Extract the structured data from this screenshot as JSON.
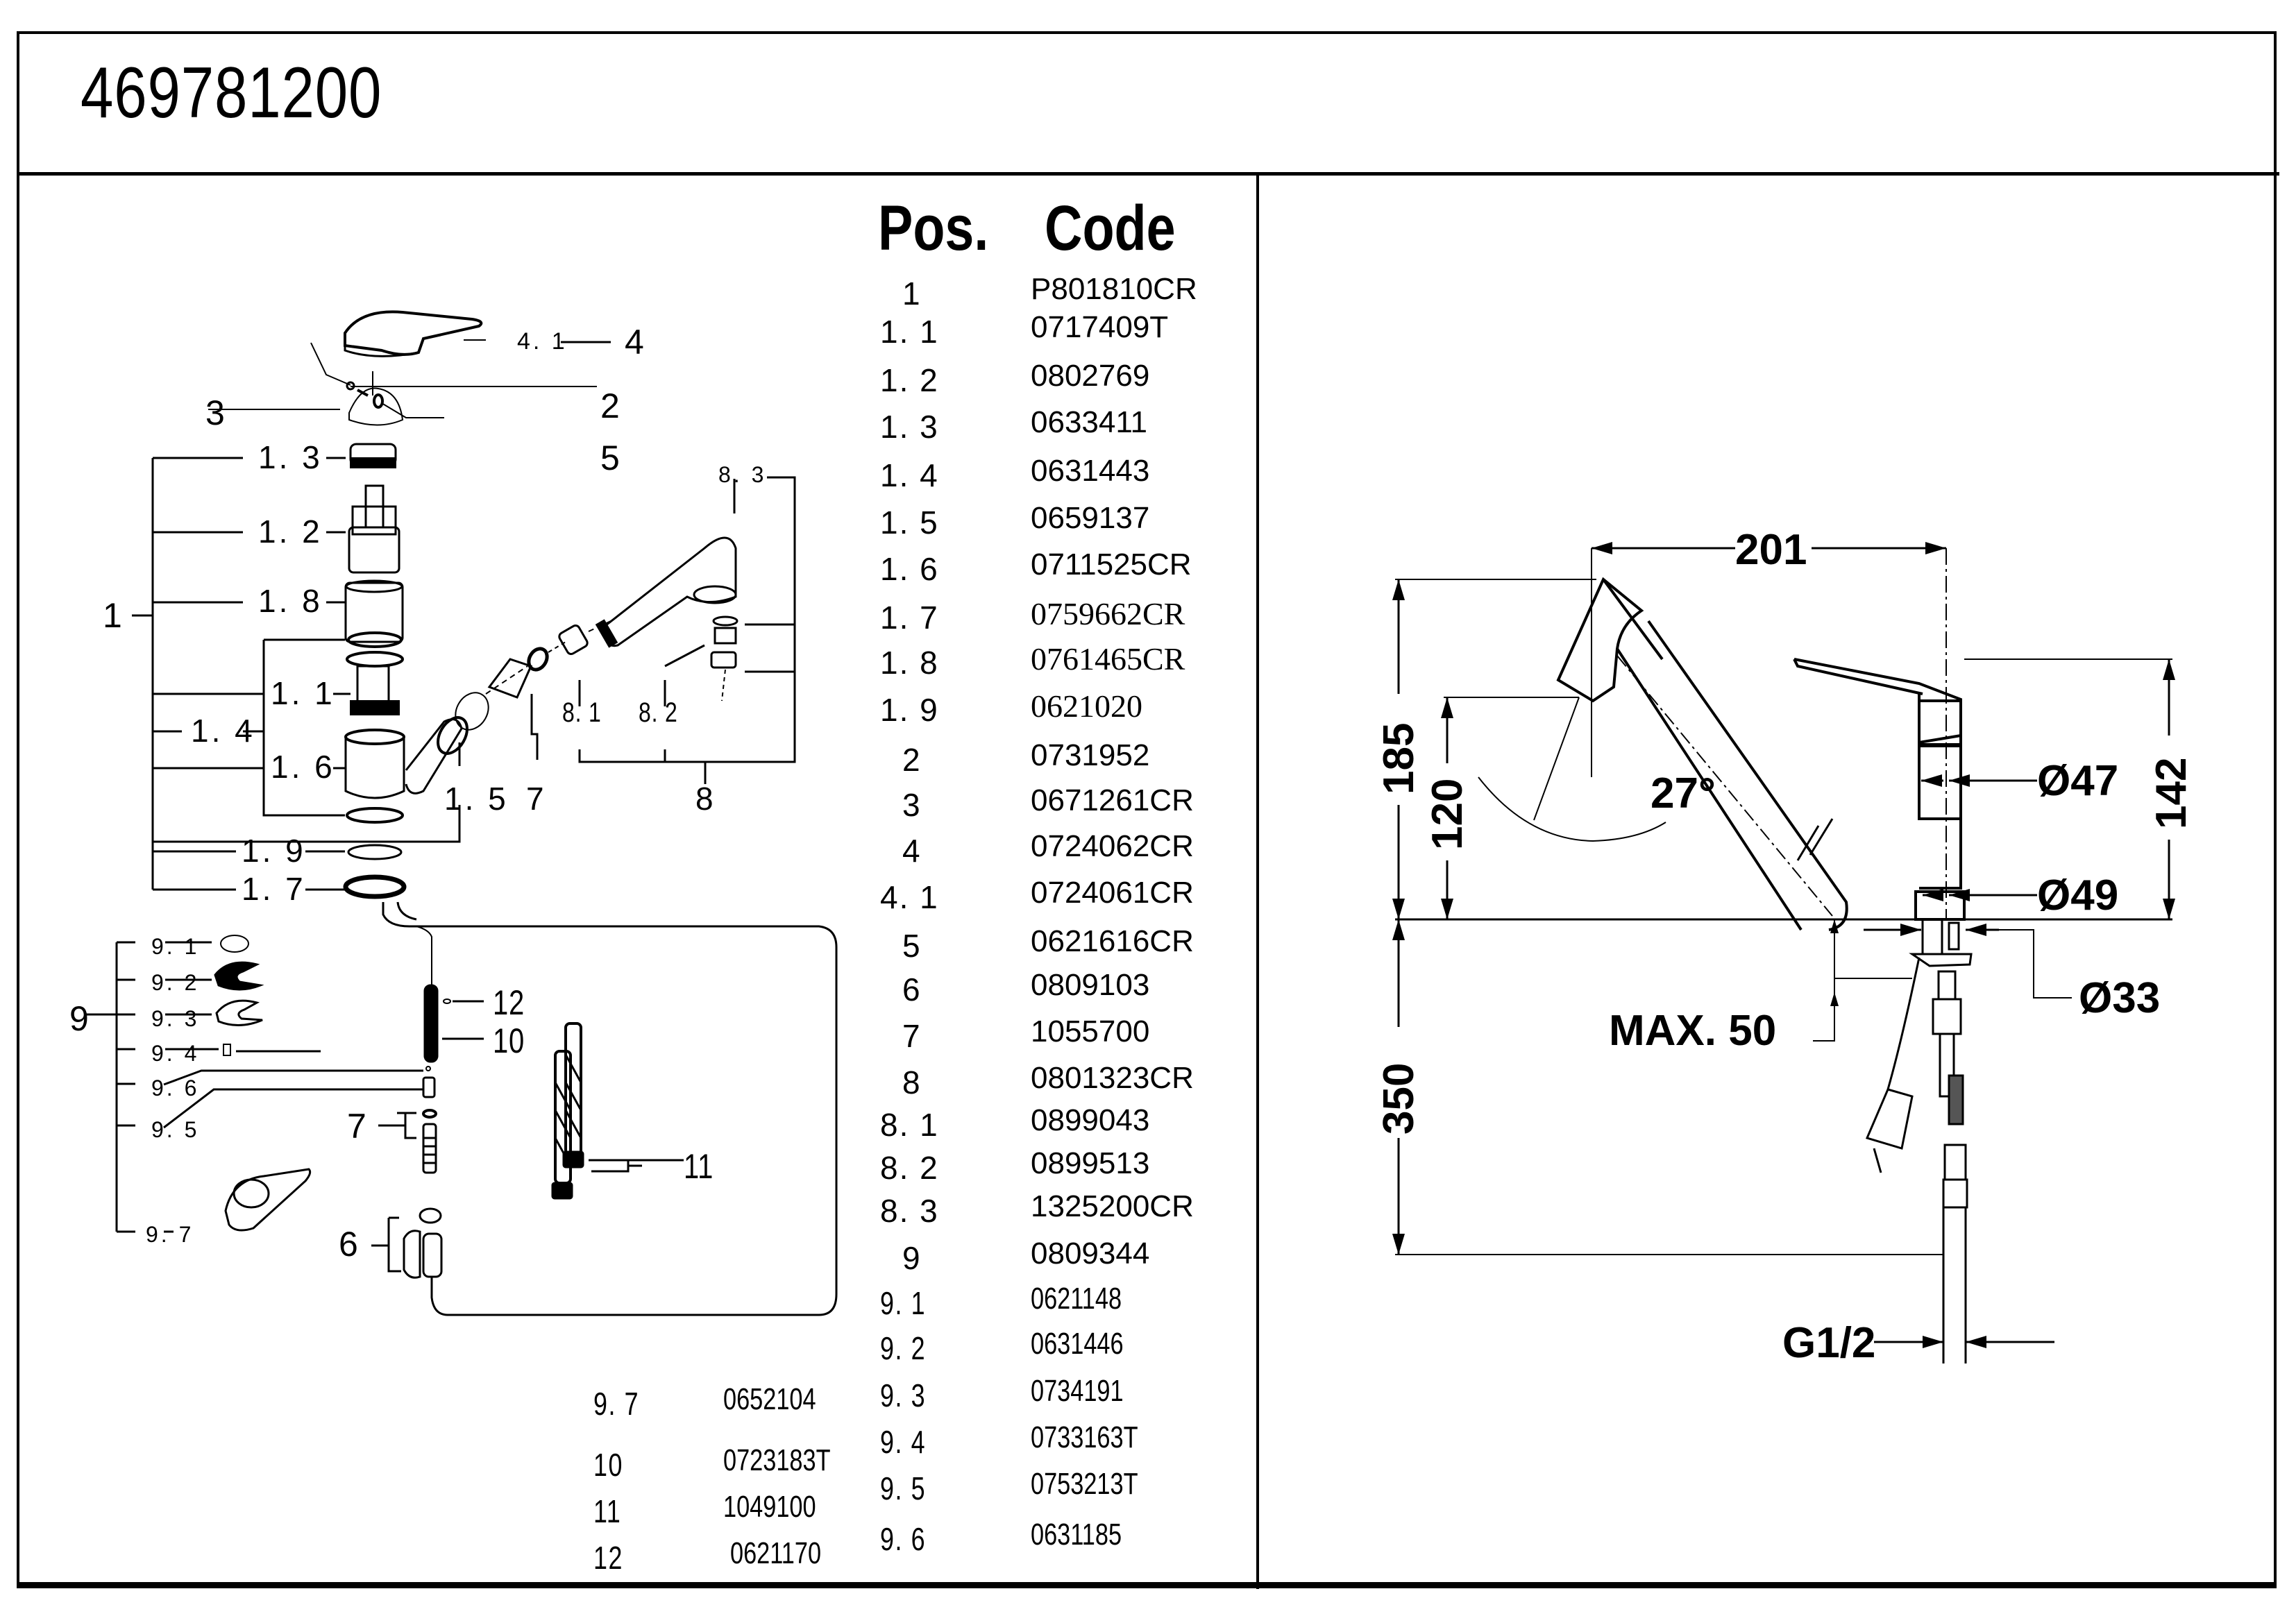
{
  "header": {
    "part_number": "469781200"
  },
  "parts_table": {
    "headers": {
      "pos": "Pos.",
      "code": "Code"
    },
    "rows": [
      {
        "pos": "1",
        "code": "P801810CR"
      },
      {
        "pos": "1. 1",
        "code": "0717409T"
      },
      {
        "pos": "1. 2",
        "code": "0802769"
      },
      {
        "pos": "1. 3",
        "code": "0633411"
      },
      {
        "pos": "1. 4",
        "code": "0631443"
      },
      {
        "pos": "1. 5",
        "code": "0659137"
      },
      {
        "pos": "1. 6",
        "code": "0711525CR"
      },
      {
        "pos": "1. 7",
        "code": "0759662CR"
      },
      {
        "pos": "1. 8",
        "code": "0761465CR"
      },
      {
        "pos": "1. 9",
        "code": "0621020"
      },
      {
        "pos": "2",
        "code": "0731952"
      },
      {
        "pos": "3",
        "code": "0671261CR"
      },
      {
        "pos": "4",
        "code": "0724062CR"
      },
      {
        "pos": "4. 1",
        "code": "0724061CR"
      },
      {
        "pos": "5",
        "code": "0621616CR"
      },
      {
        "pos": "6",
        "code": "0809103"
      },
      {
        "pos": "7",
        "code": "1055700"
      },
      {
        "pos": "8",
        "code": "0801323CR"
      },
      {
        "pos": "8. 1",
        "code": "0899043"
      },
      {
        "pos": "8. 2",
        "code": "0899513"
      },
      {
        "pos": "8. 3",
        "code": "1325200CR"
      },
      {
        "pos": "9",
        "code": "0809344"
      },
      {
        "pos": "9. 1",
        "code": "0621148"
      },
      {
        "pos": "9. 2",
        "code": "0631446"
      },
      {
        "pos": "9. 3",
        "code": "0734191"
      },
      {
        "pos": "9. 4",
        "code": "0733163T"
      },
      {
        "pos": "9. 5",
        "code": "0753213T"
      },
      {
        "pos": "9. 6",
        "code": "0631185"
      }
    ],
    "extra_rows": [
      {
        "pos": "9. 7",
        "code": "0652104"
      },
      {
        "pos": "10",
        "code": "0723183T"
      },
      {
        "pos": "11",
        "code": "1049100"
      },
      {
        "pos": "12",
        "code": "0621170"
      }
    ]
  },
  "exploded_view": {
    "callouts": {
      "c4_1": "4. 1",
      "c4": "4",
      "c2": "2",
      "c3": "3",
      "c5": "5",
      "c1": "1",
      "c1_3": "1. 3",
      "c1_2": "1. 2",
      "c1_8": "1. 8",
      "c1_1": "1. 1",
      "c1_4": "1. 4",
      "c1_6": "1. 6",
      "c1_5": "1. 5",
      "c1_9": "1. 9",
      "c1_7": "1. 7",
      "c7a": "7",
      "c8": "8",
      "c8_1": "8. 1",
      "c8_2": "8. 2",
      "c8_3": "8. 3",
      "c9": "9",
      "c9_1": "9. 1",
      "c9_2": "9. 2",
      "c9_3": "9. 3",
      "c9_4": "9. 4",
      "c9_6": "9. 6",
      "c9_5": "9. 5",
      "c9_7": "9. 7",
      "c12": "12",
      "c10": "10",
      "c7b": "7",
      "c11": "11",
      "c6": "6"
    }
  },
  "dimension_drawing": {
    "labels": {
      "width": "201",
      "total_height": "185",
      "spout_height": "120",
      "swivel_angle": "27°",
      "lever_height": "142",
      "body_dia_top": "Ø47",
      "body_dia_base": "Ø49",
      "hole_dia": "Ø33",
      "max_thickness": "MAX. 50",
      "hose_length": "350",
      "thread": "G1/2"
    }
  }
}
